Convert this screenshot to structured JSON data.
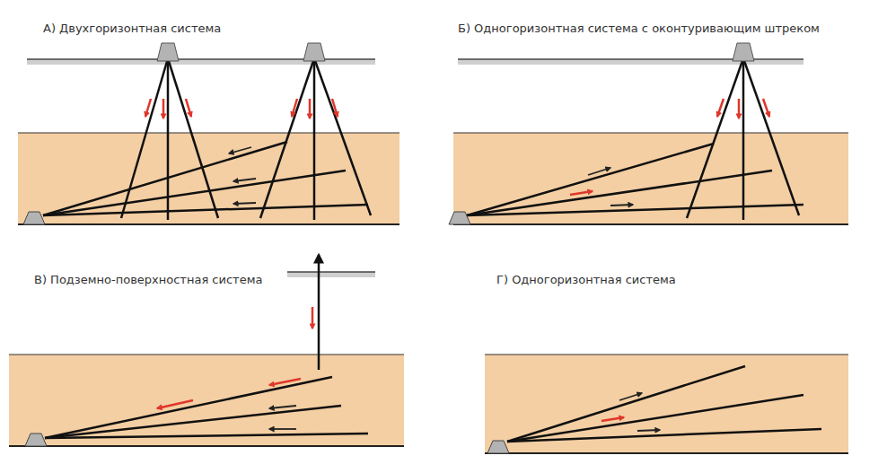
{
  "diagram": {
    "labels": [
      "А) Двухгоризонтная система",
      "Б) Одногоризонтная система с оконтуривающим штреком",
      "В) Подземно-поверхностная система",
      "Г) Одногоризонтная система"
    ]
  }
}
